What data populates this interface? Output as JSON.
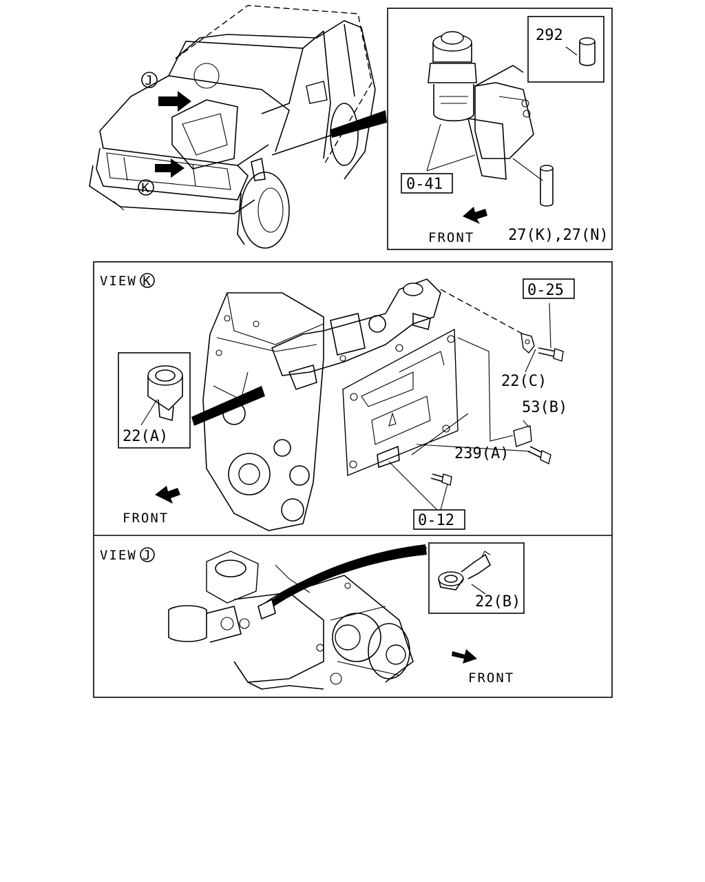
{
  "panels": {
    "top_detail": {
      "labels": {
        "part_292": "292",
        "part_0_41": "0-41",
        "part_27": "27(K),27(N)",
        "front": "FRONT"
      }
    },
    "vehicle": {
      "markers": {
        "j": "J",
        "k": "K"
      }
    },
    "view_k": {
      "title_prefix": "VIEW",
      "title_marker": "K",
      "labels": {
        "part_0_25": "0-25",
        "part_22c": "22(C)",
        "part_53b": "53(B)",
        "part_239a": "239(A)",
        "part_0_12": "0-12",
        "part_22a": "22(A)",
        "front": "FRONT"
      }
    },
    "view_j": {
      "title_prefix": "VIEW",
      "title_marker": "J",
      "labels": {
        "part_22b": "22(B)",
        "front": "FRONT"
      }
    }
  },
  "icons": [
    "front-arrow-icon",
    "view-arrow-icon",
    "circled-letter-icon"
  ]
}
